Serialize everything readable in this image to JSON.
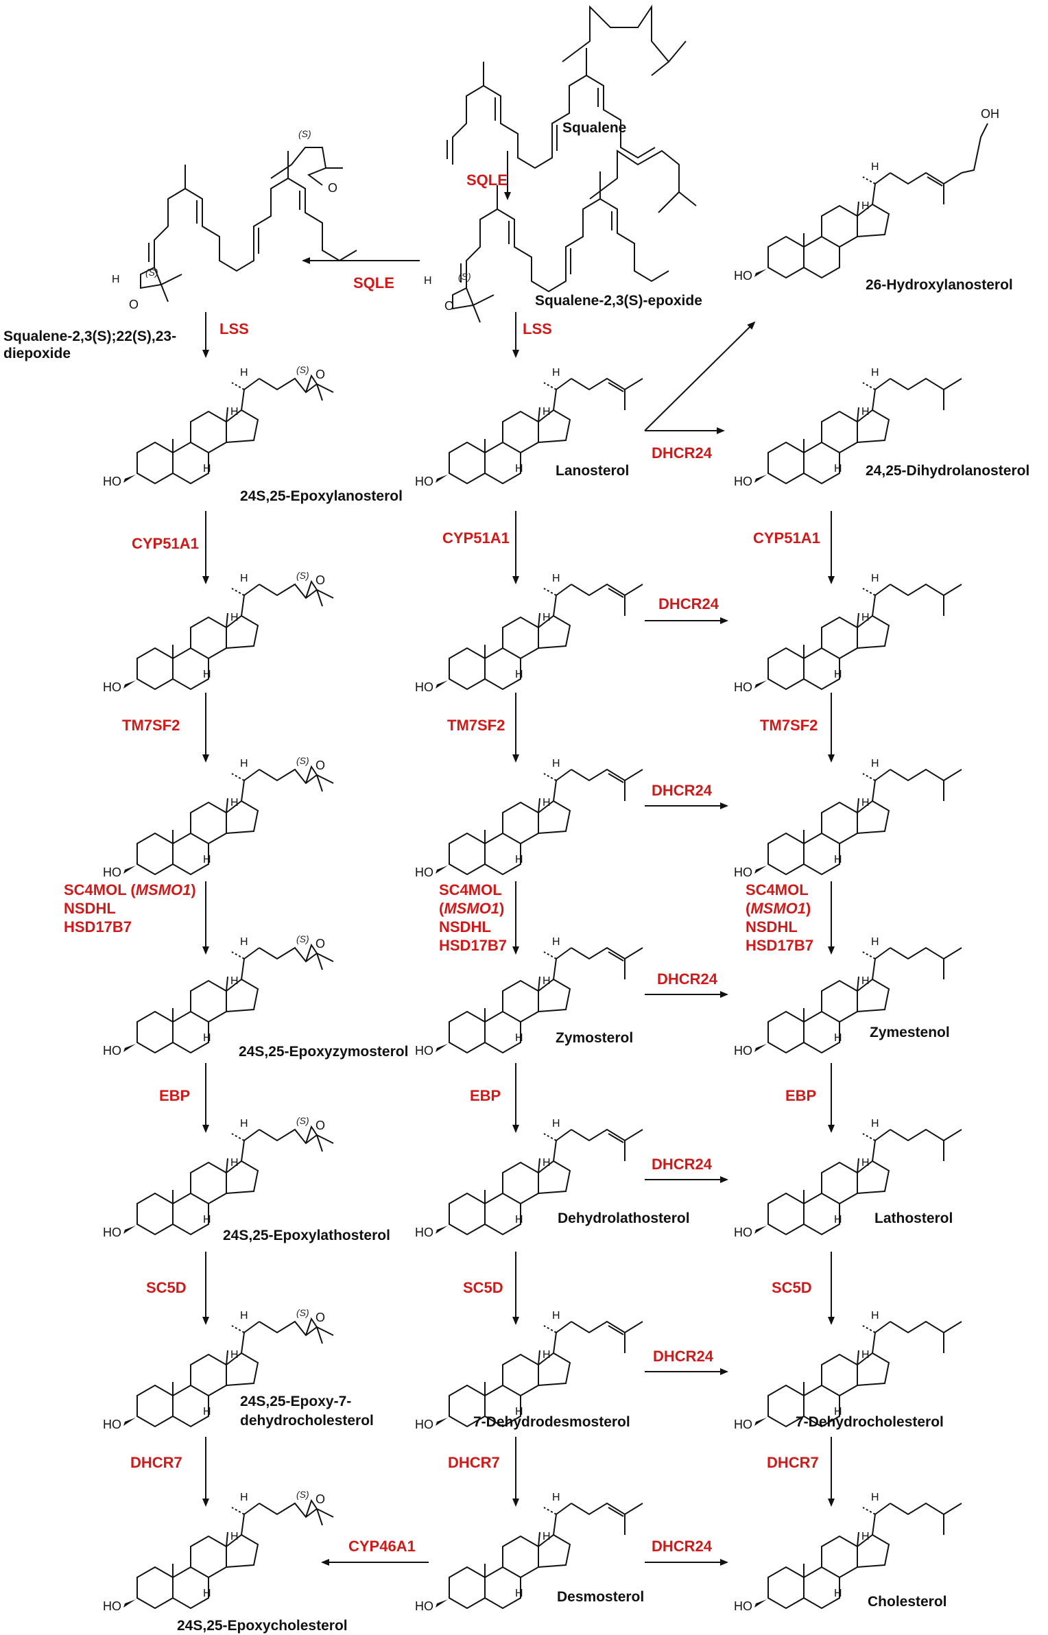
{
  "compounds": {
    "squalene": "Squalene",
    "squalene_epoxide": "Squalene-2,3(S)-epoxide",
    "diepoxide_line1": "Squalene-2,3(S);22(S),23-",
    "diepoxide_line2": "diepoxide",
    "hydroxylanosterol": "26-Hydroxylanosterol",
    "epoxylanosterol": "24S,25-Epoxylanosterol",
    "lanosterol": "Lanosterol",
    "dihydrolanosterol": "24,25-Dihydrolanosterol",
    "epoxyzymosterol": "24S,25-Epoxyzymosterol",
    "zymosterol": "Zymosterol",
    "zymestenol": "Zymestenol",
    "epoxylathosterol": "24S,25-Epoxylathosterol",
    "dehydrolathosterol": "Dehydrolathosterol",
    "lathosterol": "Lathosterol",
    "epoxydhc_line1": "24S,25-Epoxy-7-",
    "epoxydhc_line2": "dehydrocholesterol",
    "dehydrodesmosterol": "7-Dehydrodesmosterol",
    "dehydrocholesterol": "7-Dehydrocholesterol",
    "epoxycholesterol": "24S,25-Epoxycholesterol",
    "desmosterol": "Desmosterol",
    "cholesterol": "Cholesterol"
  },
  "enzymes": {
    "sqle": "SQLE",
    "lss": "LSS",
    "dhcr24": "DHCR24",
    "cyp51a1": "CYP51A1",
    "tm7sf2": "TM7SF2",
    "sc4mol": "SC4MOL",
    "sc4mol_open": "SC4MOL (",
    "msmo1": "MSMO1",
    "close_paren": ")",
    "open_paren": "(",
    "nsdhl": "NSDHL",
    "hsd17b7": "HSD17B7",
    "ebp": "EBP",
    "sc5d": "SC5D",
    "dhcr7": "DHCR7",
    "cyp46a1": "CYP46A1"
  },
  "atoms": {
    "ho": "HO",
    "h": "H",
    "o": "O",
    "oh": "OH",
    "stereo_s": "(S)"
  },
  "colors": {
    "enzyme": "#d01919",
    "structure": "#111111"
  }
}
